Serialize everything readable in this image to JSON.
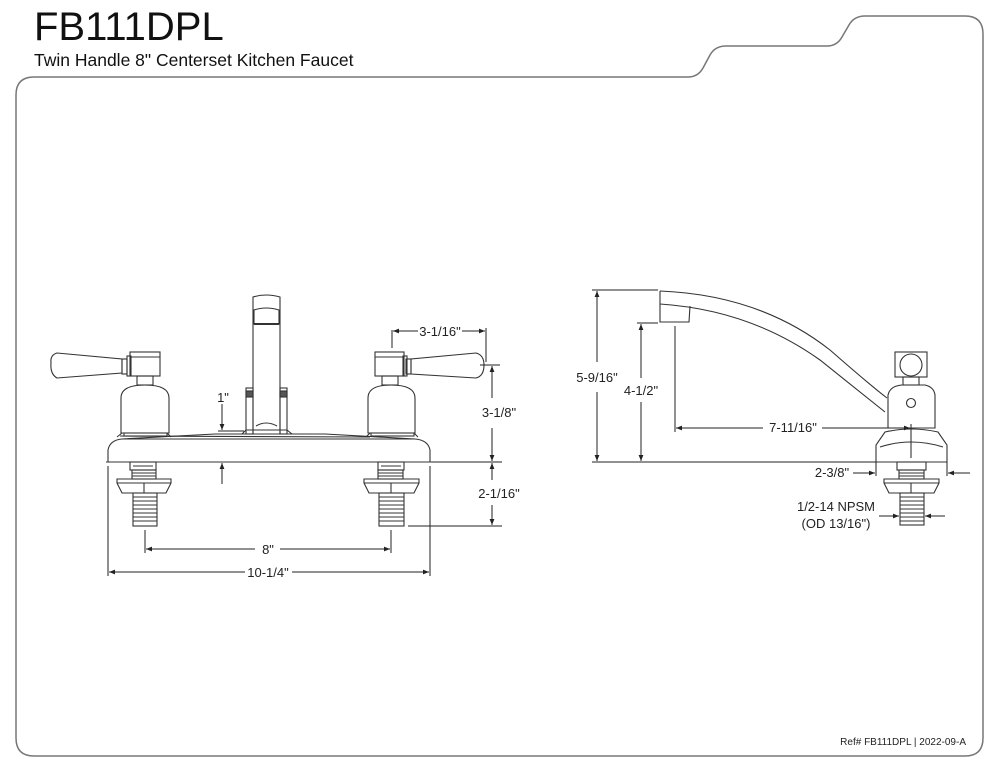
{
  "header": {
    "model": "FB111DPL",
    "description": "Twin Handle 8\" Centerset Kitchen Faucet"
  },
  "footer": {
    "reference": "Ref# FB111DPL | 2022-09-A"
  },
  "front_view": {
    "dimensions": {
      "handle_reach": "3-1/16\"",
      "handle_height": "3-1/8\"",
      "spout_offset": "1\"",
      "shank_length": "2-1/16\"",
      "center_spread": "8\"",
      "overall_width": "10-1/4\""
    }
  },
  "side_view": {
    "dimensions": {
      "overall_height": "5-9/16\"",
      "spout_clearance": "4-1/2\"",
      "spout_reach": "7-11/16\"",
      "base_depth": "2-3/8\"",
      "connection_line1": "1/2-14 NPSM",
      "connection_line2": "(OD 13/16\")"
    }
  },
  "colors": {
    "line": "#333333",
    "frame": "#666666",
    "text": "#111111"
  }
}
